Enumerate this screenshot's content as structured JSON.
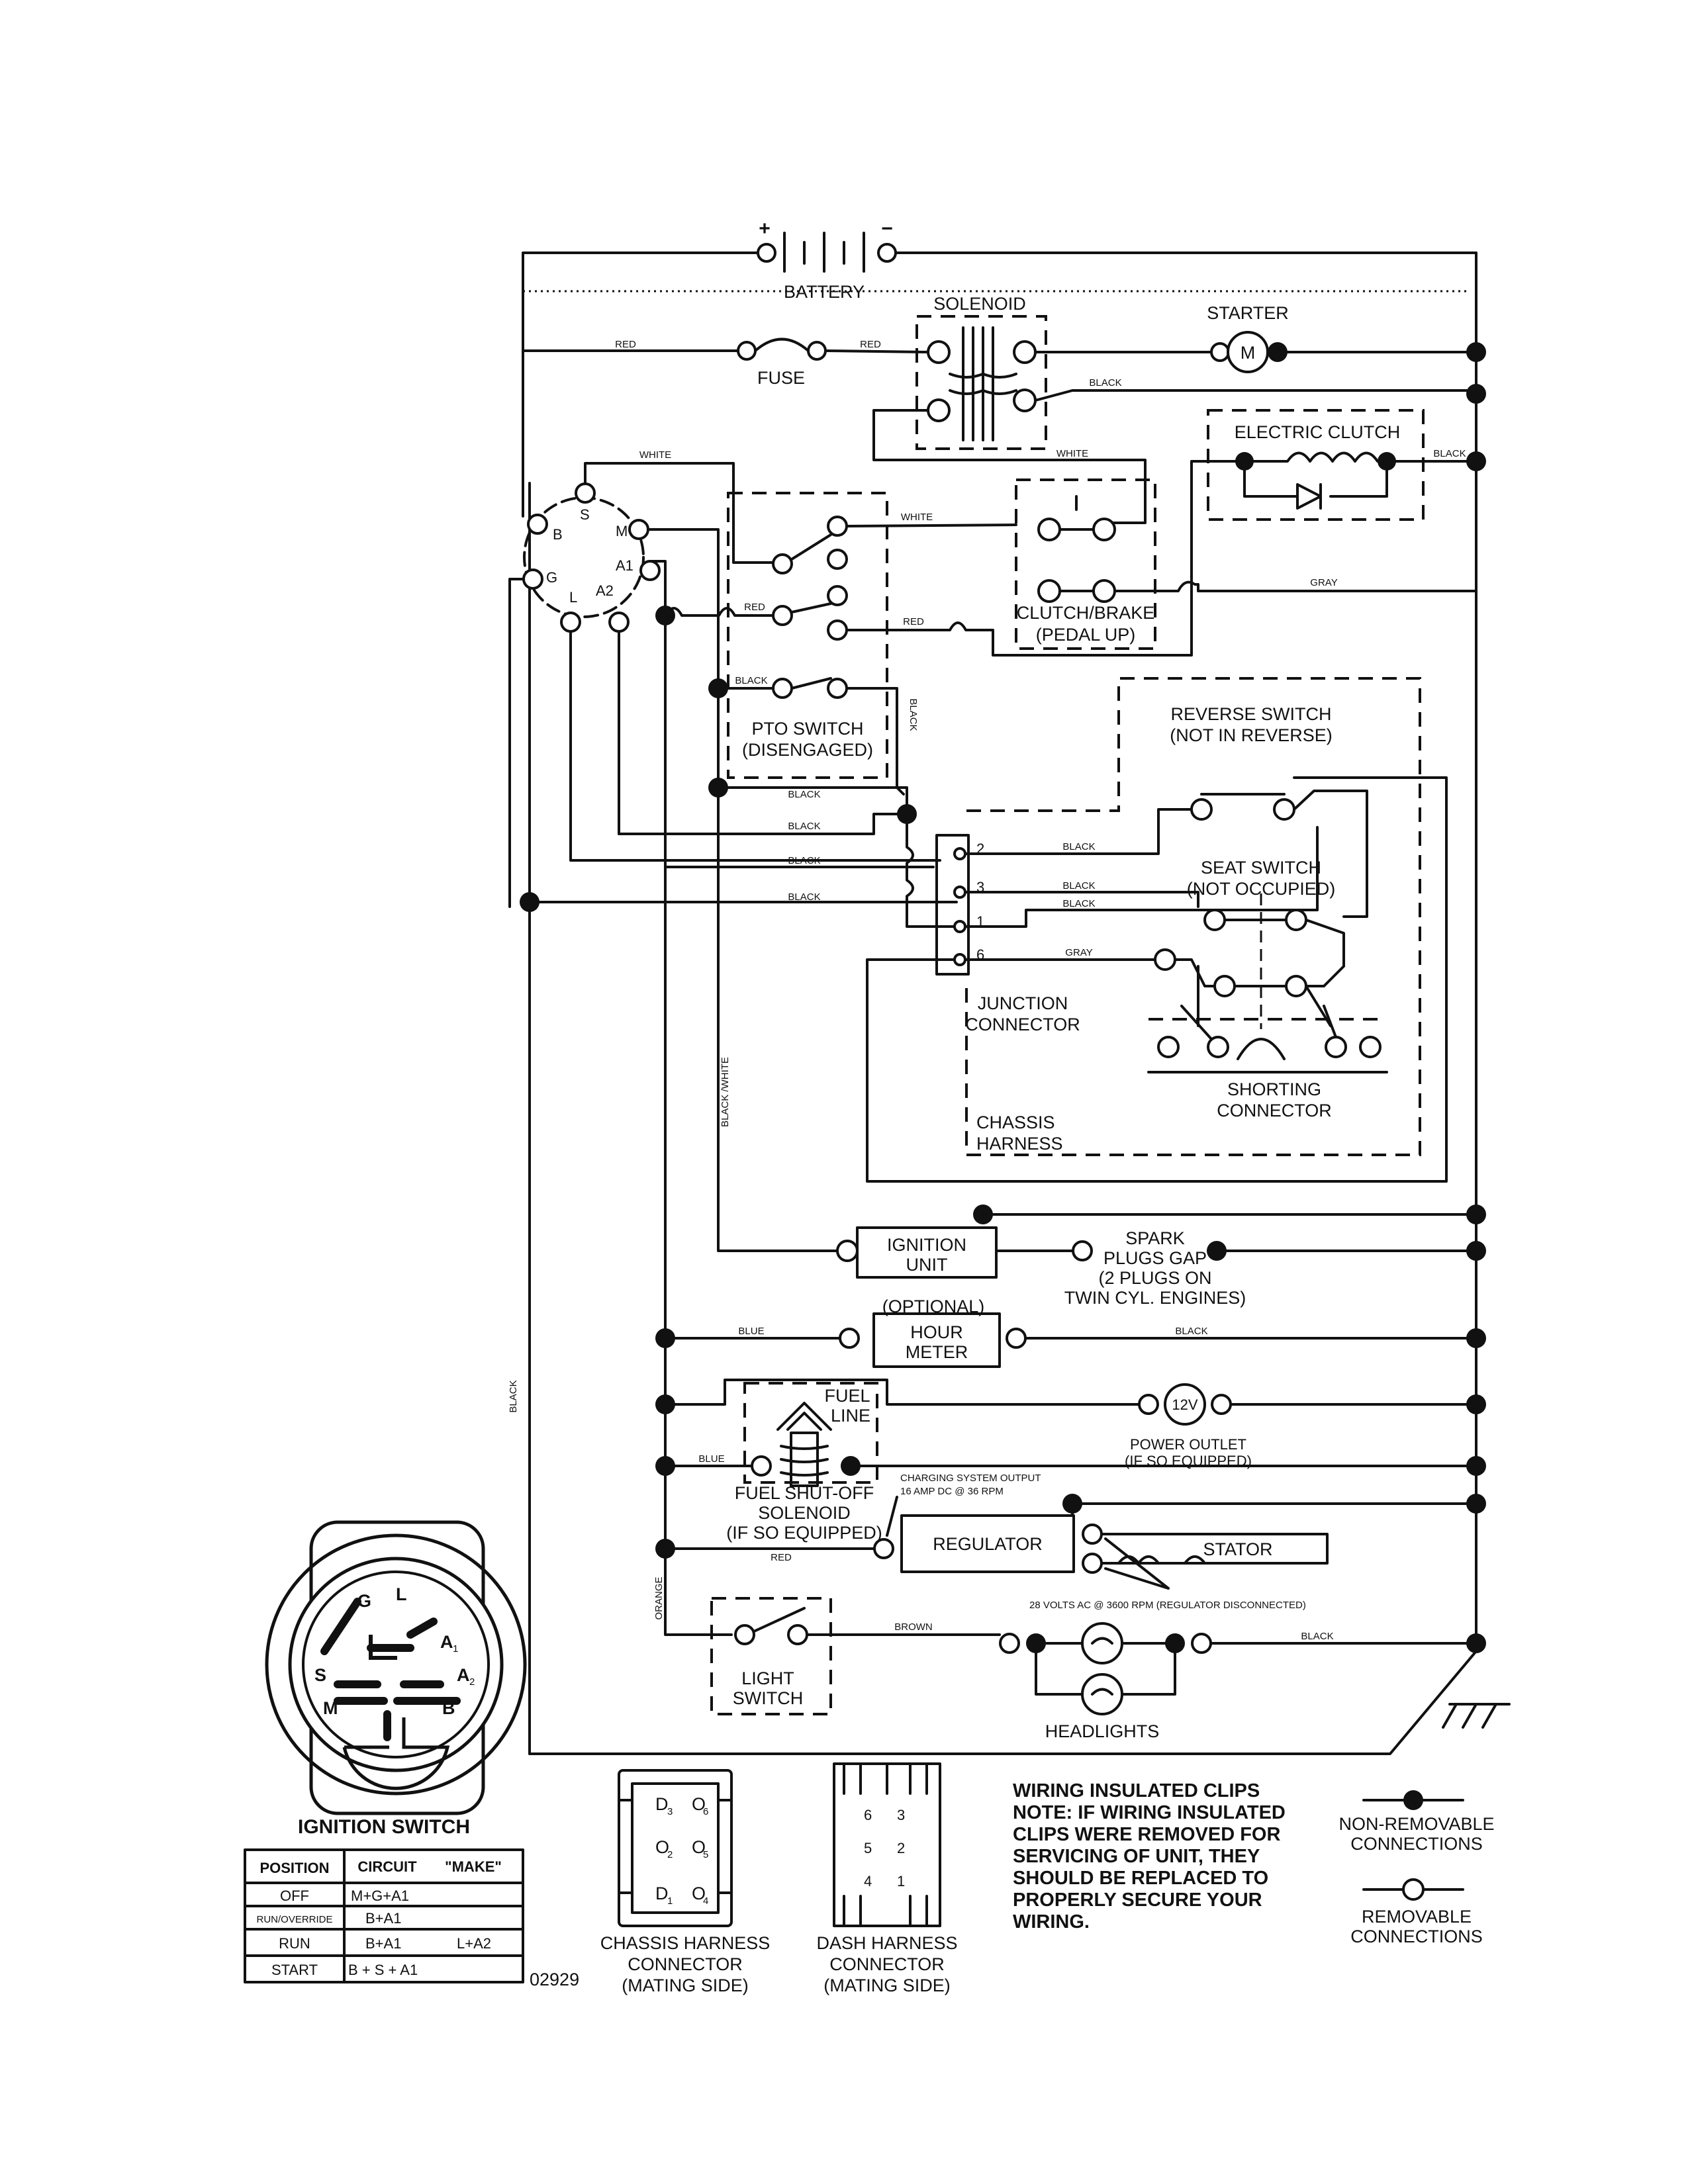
{
  "labels": {
    "battery": "BATTERY",
    "battery_plus": "+",
    "battery_minus": "−",
    "solenoid": "SOLENOID",
    "starter": "STARTER",
    "starter_m": "M",
    "fuse": "FUSE",
    "electric_clutch": "ELECTRIC CLUTCH",
    "clutch_brake_1": "CLUTCH/BRAKE",
    "clutch_brake_2": "(PEDAL UP)",
    "pto_1": "PTO SWITCH",
    "pto_2": "(DISENGAGED)",
    "reverse_1": "REVERSE SWITCH",
    "reverse_2": "(NOT IN REVERSE)",
    "seat_1": "SEAT SWITCH",
    "seat_2": "(NOT OCCUPIED)",
    "junction_1": "JUNCTION",
    "junction_2": "CONNECTOR",
    "shorting_1": "SHORTING",
    "shorting_2": "CONNECTOR",
    "chassis_1": "CHASSIS",
    "chassis_2": "HARNESS",
    "ignition_unit_1": "IGNITION",
    "ignition_unit_2": "UNIT",
    "spark_1": "SPARK",
    "spark_2": "PLUGS GAP",
    "spark_3": "(2 PLUGS ON",
    "spark_4": "TWIN CYL. ENGINES)",
    "optional": "(OPTIONAL)",
    "hour_1": "HOUR",
    "hour_2": "METER",
    "fuel_line_1": "FUEL",
    "fuel_line_2": "LINE",
    "outlet_12v": "12V",
    "outlet_1": "POWER OUTLET",
    "outlet_2": "(IF SO EQUIPPED)",
    "fuel_sol_1": "FUEL SHUT-OFF",
    "fuel_sol_2": "SOLENOID",
    "fuel_sol_3": "(IF SO EQUIPPED)",
    "charging_1": "CHARGING SYSTEM OUTPUT",
    "charging_2": "16 AMP DC @ 36 RPM",
    "regulator": "REGULATOR",
    "stator": "STATOR",
    "volts_ac": "28 VOLTS AC @ 3600 RPM (REGULATOR DISCONNECTED)",
    "light_1": "LIGHT",
    "light_2": "SWITCH",
    "headlights": "HEADLIGHTS",
    "ign_pin_s": "S",
    "ign_pin_m": "M",
    "ign_pin_b": "B",
    "ign_pin_a1": "A1",
    "ign_pin_g": "G",
    "ign_pin_l": "L",
    "ign_pin_a2": "A2",
    "junction_pin_2": "2",
    "junction_pin_3": "3",
    "junction_pin_1": "1",
    "junction_pin_6": "6",
    "figure_number": "02929"
  },
  "wire_colors": {
    "red": "RED",
    "black": "BLACK",
    "white": "WHITE",
    "gray": "GRAY",
    "blue": "BLUE",
    "brown": "BROWN",
    "orange": "ORANGE",
    "black_white": "BLACK /WHITE"
  },
  "ignition_switch": {
    "title": "IGNITION SWITCH",
    "face_letters": {
      "g": "G",
      "l": "L",
      "a1": "A",
      "a1_sub": "1",
      "a2": "A",
      "a2_sub": "2",
      "s": "S",
      "m": "M",
      "b": "B"
    },
    "table": {
      "headers": [
        "POSITION",
        "CIRCUIT",
        "\"MAKE\""
      ],
      "rows": [
        {
          "position": "OFF",
          "circuit": "M+G+A1",
          "extra": ""
        },
        {
          "position": "RUN/OVERRIDE",
          "circuit": "B+A1",
          "extra": ""
        },
        {
          "position": "RUN",
          "circuit": "B+A1",
          "extra": "L+A2"
        },
        {
          "position": "START",
          "circuit": "B + S + A1",
          "extra": ""
        }
      ]
    }
  },
  "connectors": {
    "chassis": {
      "pins": {
        "d3": "D",
        "d3s": "3",
        "o6": "O",
        "o6s": "6",
        "o2": "O",
        "o2s": "2",
        "o5": "O",
        "o5s": "5",
        "d1": "D",
        "d1s": "1",
        "o4": "O",
        "o4s": "4"
      },
      "caption": [
        "CHASSIS HARNESS",
        "CONNECTOR",
        "(MATING SIDE)"
      ]
    },
    "dash": {
      "pins": {
        "p6": "6",
        "p3": "3",
        "p5": "5",
        "p2": "2",
        "p4": "4",
        "p1": "1"
      },
      "caption": [
        "DASH HARNESS",
        "CONNECTOR",
        "(MATING SIDE)"
      ]
    }
  },
  "notes": {
    "title": "WIRING INSULATED CLIPS",
    "lines": [
      "NOTE: IF WIRING INSULATED",
      "CLIPS WERE REMOVED FOR",
      "SERVICING OF UNIT, THEY",
      "SHOULD BE REPLACED TO",
      "PROPERLY SECURE YOUR",
      "WIRING."
    ]
  },
  "legend": {
    "non_removable": [
      "NON-REMOVABLE",
      "CONNECTIONS"
    ],
    "removable": [
      "REMOVABLE",
      "CONNECTIONS"
    ]
  }
}
